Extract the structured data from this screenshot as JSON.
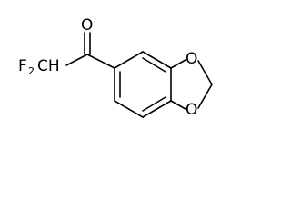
{
  "molecule": {
    "labels": {
      "carbonyl_oxygen": "O",
      "ring_oxygen_upper": "O",
      "ring_oxygen_lower": "O",
      "fluorine_prefix": "F",
      "fluorine_count": "2",
      "ch_group": "CH"
    }
  }
}
